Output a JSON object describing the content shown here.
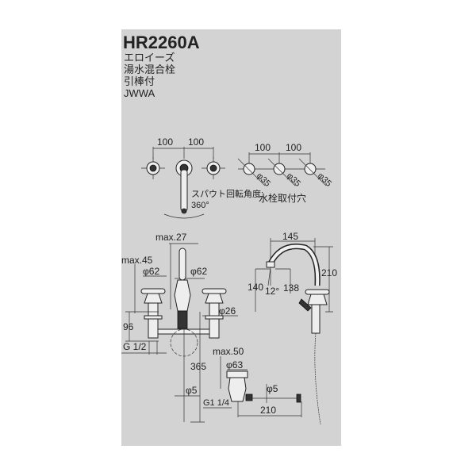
{
  "header": {
    "model": "HR2260A",
    "lines": [
      "エロイーズ",
      "湯水混合栓",
      "引棒付",
      "JWWA"
    ]
  },
  "top_view": {
    "spacing_left": "100",
    "spacing_right": "100",
    "spout_rotation_label": "スパウト回転角度:",
    "spout_rotation_value": "360°"
  },
  "mounting_holes": {
    "spacing_left": "100",
    "spacing_right": "100",
    "hole_diameters": [
      "φ35",
      "φ35",
      "φ35"
    ],
    "label": "水栓取付穴"
  },
  "front_view": {
    "max_27": "max.27",
    "max_45": "max.45",
    "phi62_left": "φ62",
    "phi62_right": "φ62",
    "phi26": "φ26",
    "dim_96": "96",
    "g_half": "G 1/2",
    "dim_365": "365",
    "phi5_hose": "φ5"
  },
  "drain": {
    "max_50": "max.50",
    "phi63": "φ63",
    "phi5_rod": "φ5",
    "g_1_1_4": "G1 1/4",
    "dim_210": "210"
  },
  "side_view": {
    "dim_145": "145",
    "dim_210": "210",
    "dim_140": "140",
    "angle": "12°",
    "dim_138": "138"
  }
}
